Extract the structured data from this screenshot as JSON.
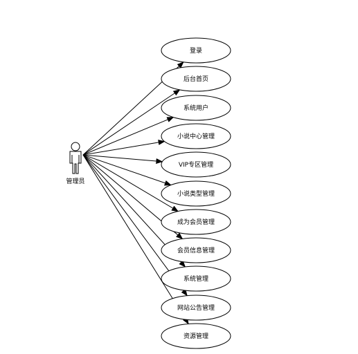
{
  "actor": {
    "name": "管理员",
    "icon": "stick-figure-icon"
  },
  "use_cases": [
    {
      "id": "login",
      "label": "登录"
    },
    {
      "id": "backend-home",
      "label": "后台首页"
    },
    {
      "id": "system-users",
      "label": "系统用户"
    },
    {
      "id": "novel-center-management",
      "label": "小说中心管理"
    },
    {
      "id": "vip-zone-management",
      "label": "VIP专区管理"
    },
    {
      "id": "novel-type-management",
      "label": "小说类型管理"
    },
    {
      "id": "become-member-management",
      "label": "成为会员管理"
    },
    {
      "id": "member-info-management",
      "label": "会员信息管理"
    },
    {
      "id": "system-management",
      "label": "系统管理"
    },
    {
      "id": "site-notice-management",
      "label": "网站公告管理"
    },
    {
      "id": "resource-management",
      "label": "资源管理"
    }
  ],
  "colors": {
    "stroke": "#000000",
    "background": "#ffffff"
  }
}
